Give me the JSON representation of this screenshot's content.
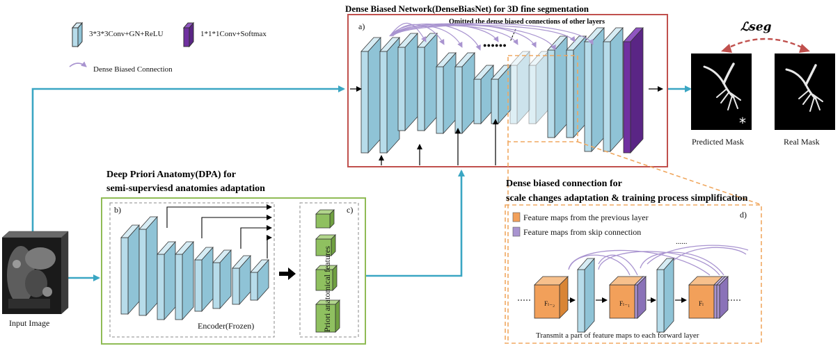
{
  "legend": {
    "conv_block": "3*3*3Conv+GN+ReLU",
    "softmax_block": "1*1*1Conv+Softmax",
    "dense_connection": "Dense Biased Connection"
  },
  "dbn": {
    "title": "Dense Biased Network(DenseBiasNet)  for  3D fine segmentation",
    "panel_label": "a)",
    "omitted_note": "Omitted the dense biased connections of other layers",
    "dots": "● ● ● ● ● ●"
  },
  "loss": {
    "label": "ℒseg"
  },
  "masks": {
    "predicted_label": "Predicted Mask",
    "real_label": "Real Mask",
    "star": "*"
  },
  "dpa": {
    "title_line1": "Deep Priori Anatomy(DPA) for",
    "title_line2": "semi-superviesd anatomies adaptation",
    "encoder_label": "b)",
    "features_label": "c)",
    "encoder_caption": "Encoder(Frozen)",
    "features_caption": "Priori anatomical features"
  },
  "input": {
    "label": "Input Image"
  },
  "dbc": {
    "title_line1": "Dense biased connection for",
    "title_line2": "scale changes adaptation & training process simplification",
    "panel_label": "d)",
    "legend_prev": "Feature maps from the previous layer",
    "legend_skip": "Feature maps from skip connection",
    "ellipsis": "......",
    "f1": "Fₗ₋₂",
    "f2": "Fₗ₋₁",
    "f3": "Fₗ",
    "caption": "Transmit a part of feature maps to each forward layer"
  },
  "colors": {
    "arrow_blue": "#3aa6c3",
    "conv_fill": "#b7dcea",
    "softmax_fill": "#7030a0",
    "dense_purple": "#a994d0",
    "dbn_border": "#c0504d",
    "dpa_border": "#8fbb55",
    "dbc_border": "#f0a860",
    "feature_green": "#8fc060",
    "feature_orange": "#f2a05a",
    "loss_red": "#c0504d"
  }
}
